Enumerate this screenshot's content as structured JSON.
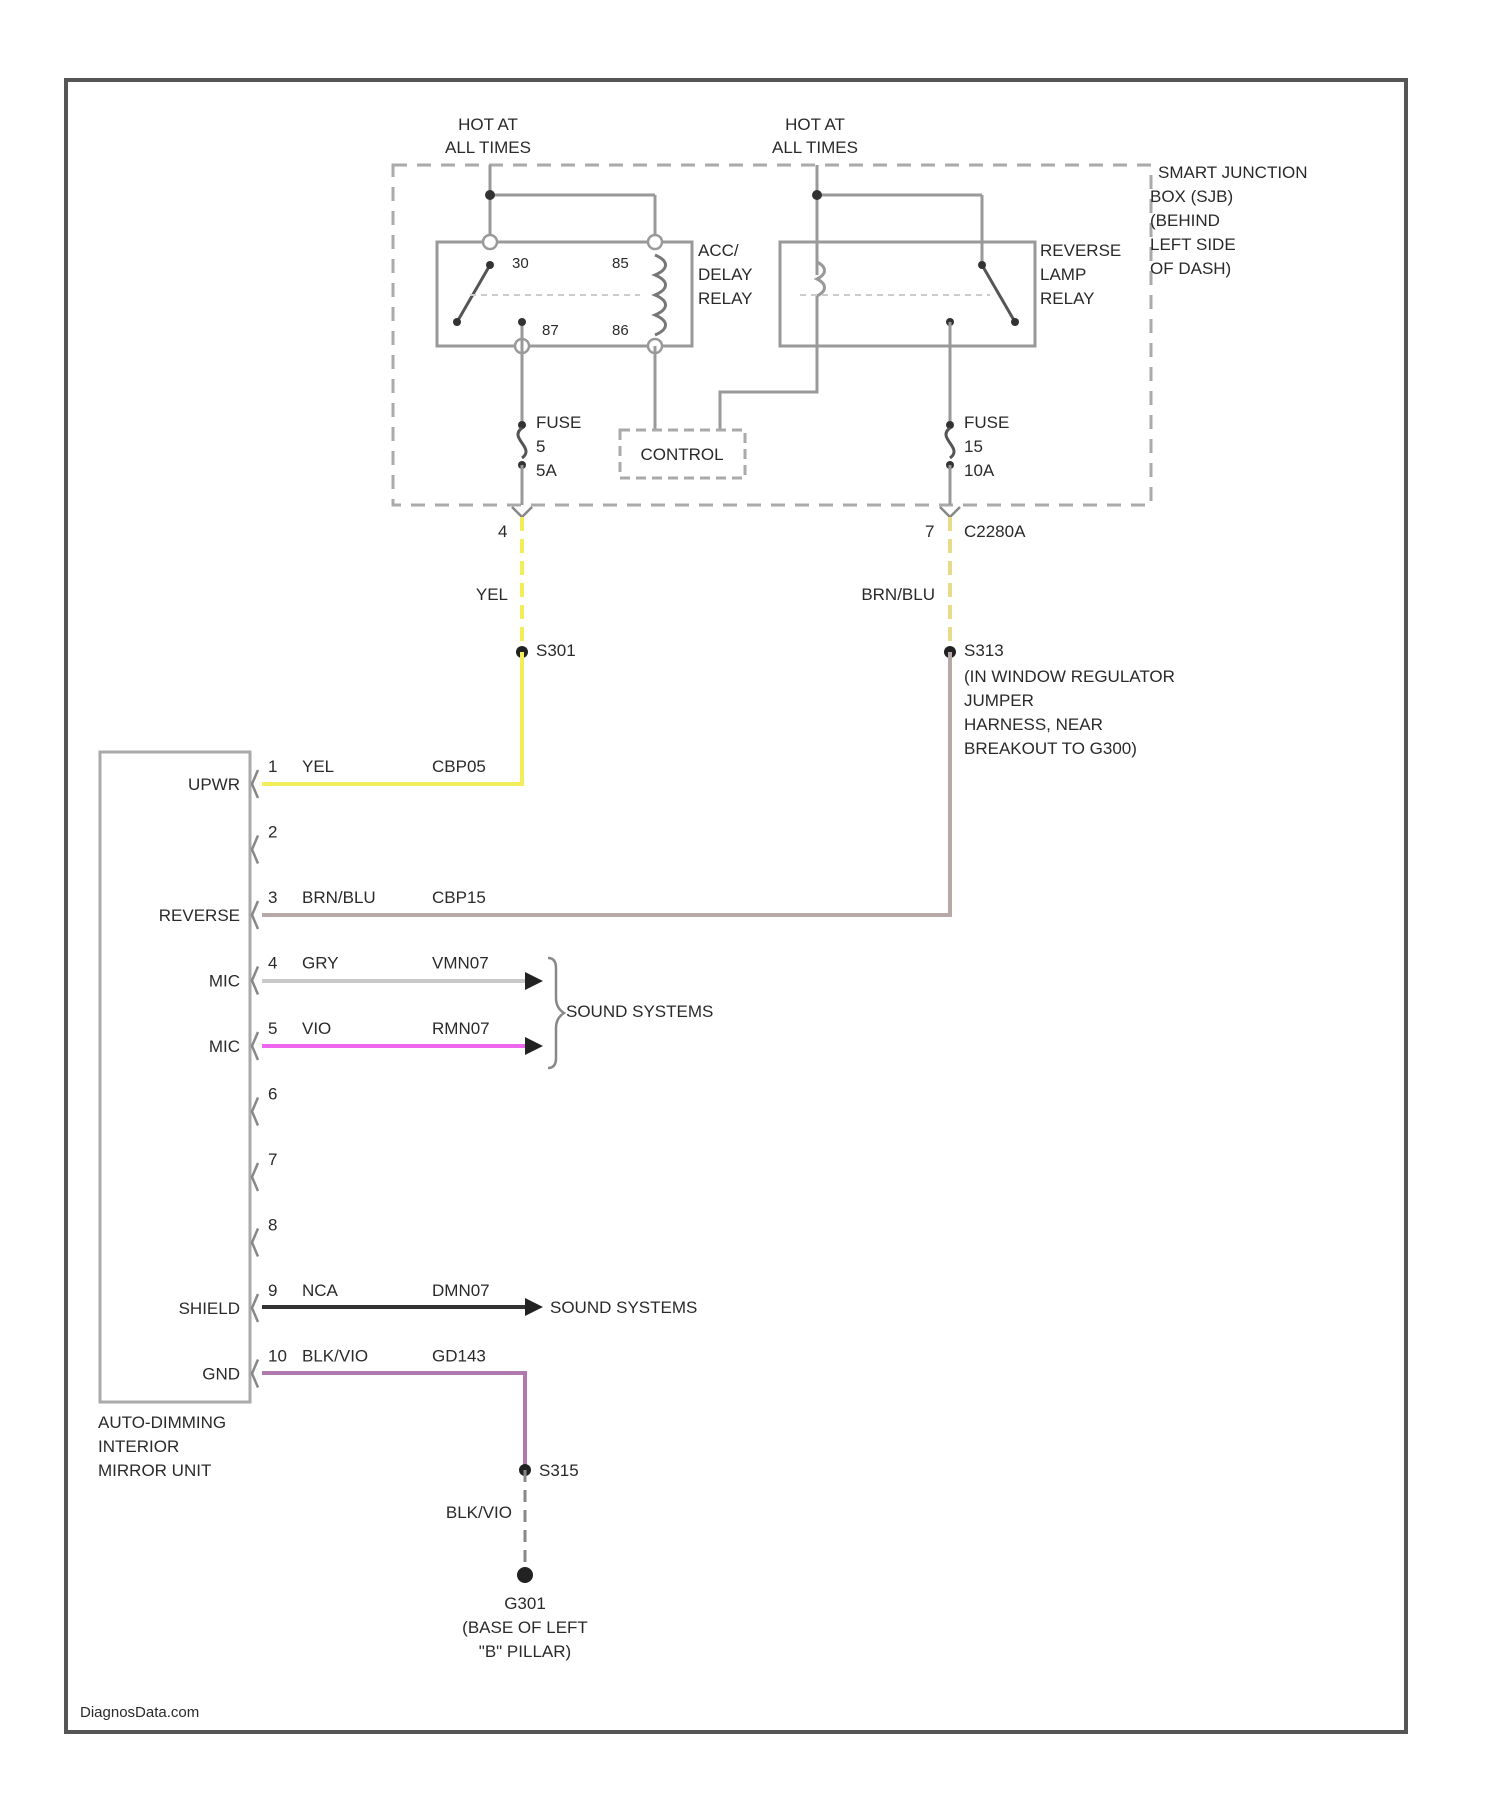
{
  "labels": {
    "power_left": [
      "HOT AT",
      "ALL TIMES"
    ],
    "power_right": [
      "HOT AT",
      "ALL TIMES"
    ],
    "sjb": [
      "SMART JUNCTION",
      "BOX (SJB)",
      "(BEHIND",
      "LEFT SIDE",
      "OF DASH)"
    ],
    "acc_relay": [
      "ACC/",
      "DELAY",
      "RELAY"
    ],
    "reverse_relay": [
      "REVERSE",
      "LAMP",
      "RELAY"
    ],
    "relay_pins": [
      "30",
      "85",
      "87",
      "86"
    ],
    "control": "CONTROL",
    "fuse_left": [
      "FUSE",
      "5",
      "5A"
    ],
    "fuse_right": [
      "FUSE",
      "15",
      "10A"
    ],
    "connector_left_pin": "4",
    "connector_right_pin": "7",
    "connector_name": "C2280A",
    "wire_left_upper": "YEL",
    "wire_right_upper": "BRN/BLU",
    "splice_left": "S301",
    "splice_right": "S313",
    "splice_right_note": [
      "(IN WINDOW REGULATOR",
      "JUMPER",
      "HARNESS, NEAR",
      "BREAKOUT TO G300)"
    ],
    "sound_systems_pair": "SOUND SYSTEMS",
    "sound_systems_shield": "SOUND SYSTEMS",
    "mirror_unit": [
      "AUTO-DIMMING",
      "INTERIOR",
      "MIRROR UNIT"
    ],
    "ground_splice": "S315",
    "ground_wire": "BLK/VIO",
    "ground_point": [
      "G301",
      "(BASE OF LEFT",
      "\"B\" PILLAR)"
    ],
    "watermark": "DiagnosData.com"
  },
  "pins": [
    {
      "num": "1",
      "name": "UPWR",
      "color": "YEL",
      "circuit": "CBP05"
    },
    {
      "num": "2",
      "name": "",
      "color": "",
      "circuit": ""
    },
    {
      "num": "3",
      "name": "REVERSE",
      "color": "BRN/BLU",
      "circuit": "CBP15"
    },
    {
      "num": "4",
      "name": "MIC",
      "color": "GRY",
      "circuit": "VMN07"
    },
    {
      "num": "5",
      "name": "MIC",
      "color": "VIO",
      "circuit": "RMN07"
    },
    {
      "num": "6",
      "name": "",
      "color": "",
      "circuit": ""
    },
    {
      "num": "7",
      "name": "",
      "color": "",
      "circuit": ""
    },
    {
      "num": "8",
      "name": "",
      "color": "",
      "circuit": ""
    },
    {
      "num": "9",
      "name": "SHIELD",
      "color": "NCA",
      "circuit": "DMN07"
    },
    {
      "num": "10",
      "name": "GND",
      "color": "BLK/VIO",
      "circuit": "GD143"
    }
  ],
  "colors": {
    "yellow_wire": "#f2ee5a",
    "brown_wire": "#b8a8a8",
    "gray_wire": "#c9c9c9",
    "violet_wire": "#ee66ee",
    "shield_wire": "#333333",
    "gnd_wire": "#b07ab0",
    "frame": "#555555"
  }
}
